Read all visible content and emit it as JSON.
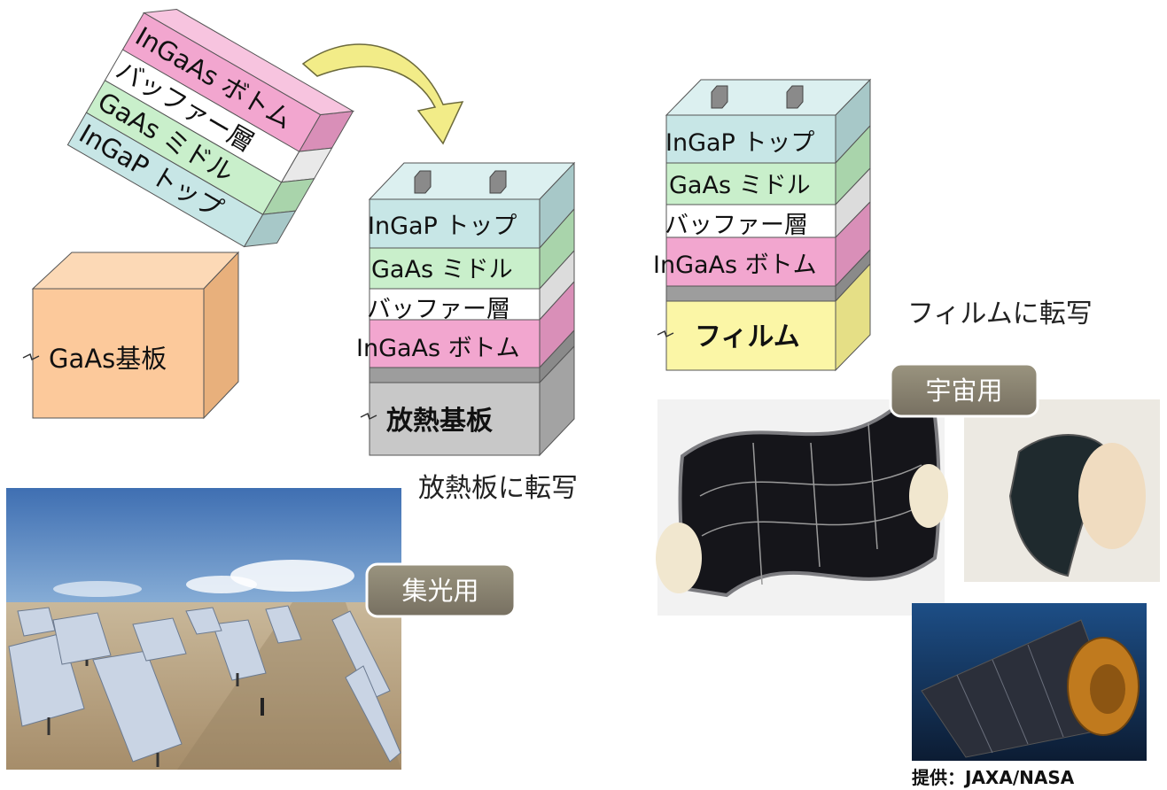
{
  "tilted_stack": {
    "layers": [
      "InGaAs ボトム",
      "バッファー層",
      "GaAs ミドル",
      "InGaP トップ"
    ],
    "substrate": "GaAs基板"
  },
  "heatsink_stack": {
    "layers": [
      "InGaP トップ",
      "GaAs ミドル",
      "バッファー層",
      "InGaAs ボトム"
    ],
    "base": "放熱基板",
    "caption": "放熱板に転写"
  },
  "film_stack": {
    "layers": [
      "InGaP トップ",
      "GaAs ミドル",
      "バッファー層",
      "InGaAs ボトム"
    ],
    "base": "フィルム",
    "caption": "フィルムに転写"
  },
  "badges": {
    "concentrator": "集光用",
    "space": "宇宙用"
  },
  "credit": "提供：JAXA/NASA",
  "colors": {
    "pink": "#f2a6cf",
    "white": "#ffffff",
    "green": "#c9efcb",
    "blue": "#c7e6e6",
    "orange": "#fcc99b",
    "gray": "#c8c8c8",
    "yellow": "#fbf6a6",
    "arrow": "#f2ec88",
    "badge": "#8a8370"
  }
}
